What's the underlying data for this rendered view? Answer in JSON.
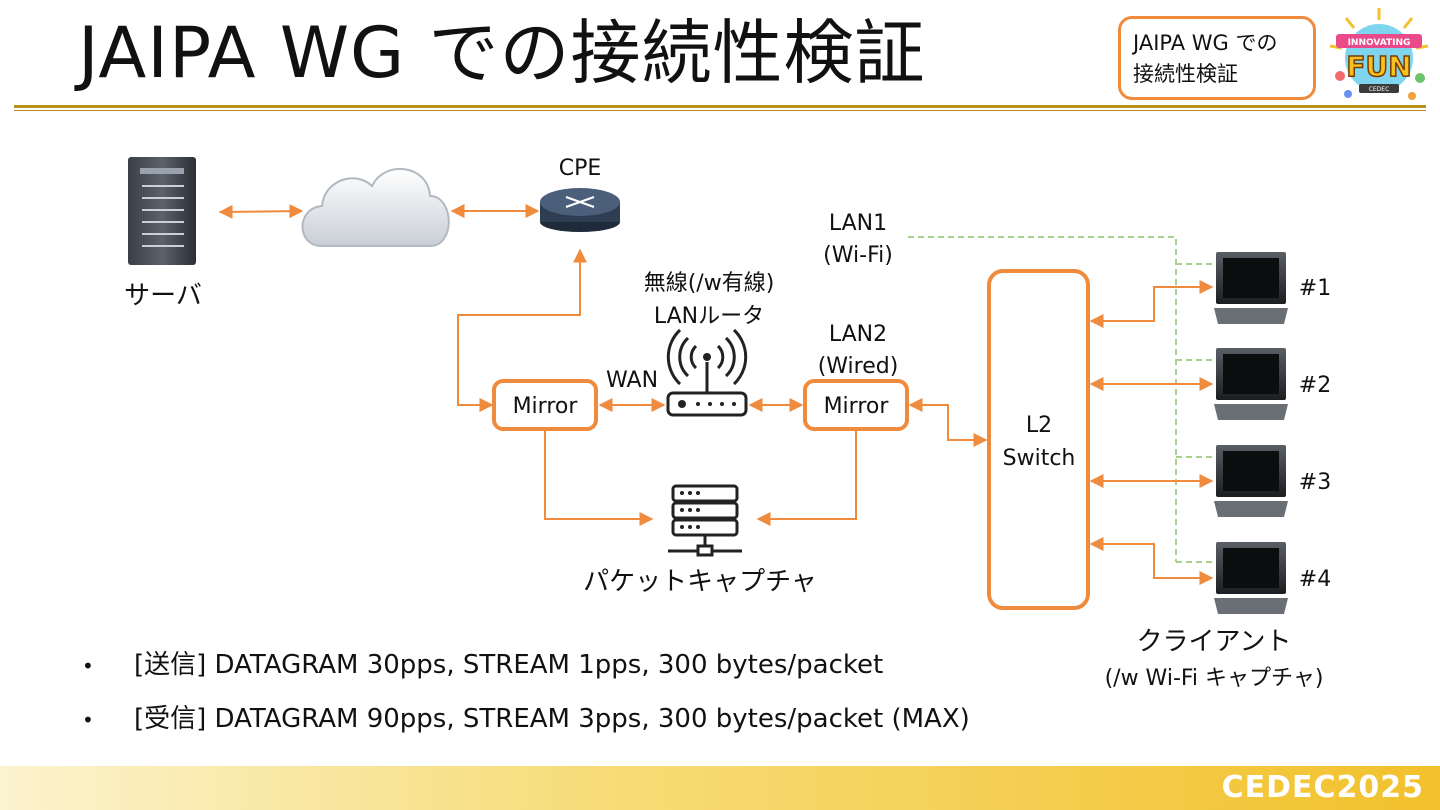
{
  "slide": {
    "title": "JAIPA WG での接続性検証",
    "tag": "JAIPA WG での\n接続性検証",
    "logo_text": "INNOVATING FUN",
    "logo_sub": "CEDEC",
    "footer_brand": "CEDEC2025"
  },
  "diagram": {
    "server_label": "サーバ",
    "cpe_label": "CPE",
    "router_label_line1": "無線(/w有線)",
    "router_label_line2": "LANルータ",
    "wan_label": "WAN",
    "mirror_left_label": "Mirror",
    "mirror_right_label": "Mirror",
    "lan1_line1": "LAN1",
    "lan1_line2": "(Wi-Fi)",
    "lan2_line1": "LAN2",
    "lan2_line2": "(Wired)",
    "switch_line1": "L2",
    "switch_line2": "Switch",
    "capture_label": "パケットキャプチャ",
    "clients": [
      "#1",
      "#2",
      "#3",
      "#4"
    ],
    "clients_label_line1": "クライアント",
    "clients_label_line2": "(/w Wi-Fi キャプチャ)"
  },
  "bullets": [
    "[送信] DATAGRAM 30pps, STREAM 1pps, 300 bytes/packet",
    "[受信] DATAGRAM 90pps, STREAM 3pps, 300 bytes/packet (MAX)"
  ],
  "colors": {
    "accent": "#f08a3c",
    "gold": "#b8921c",
    "wifi_dashed": "#a9d18e"
  }
}
